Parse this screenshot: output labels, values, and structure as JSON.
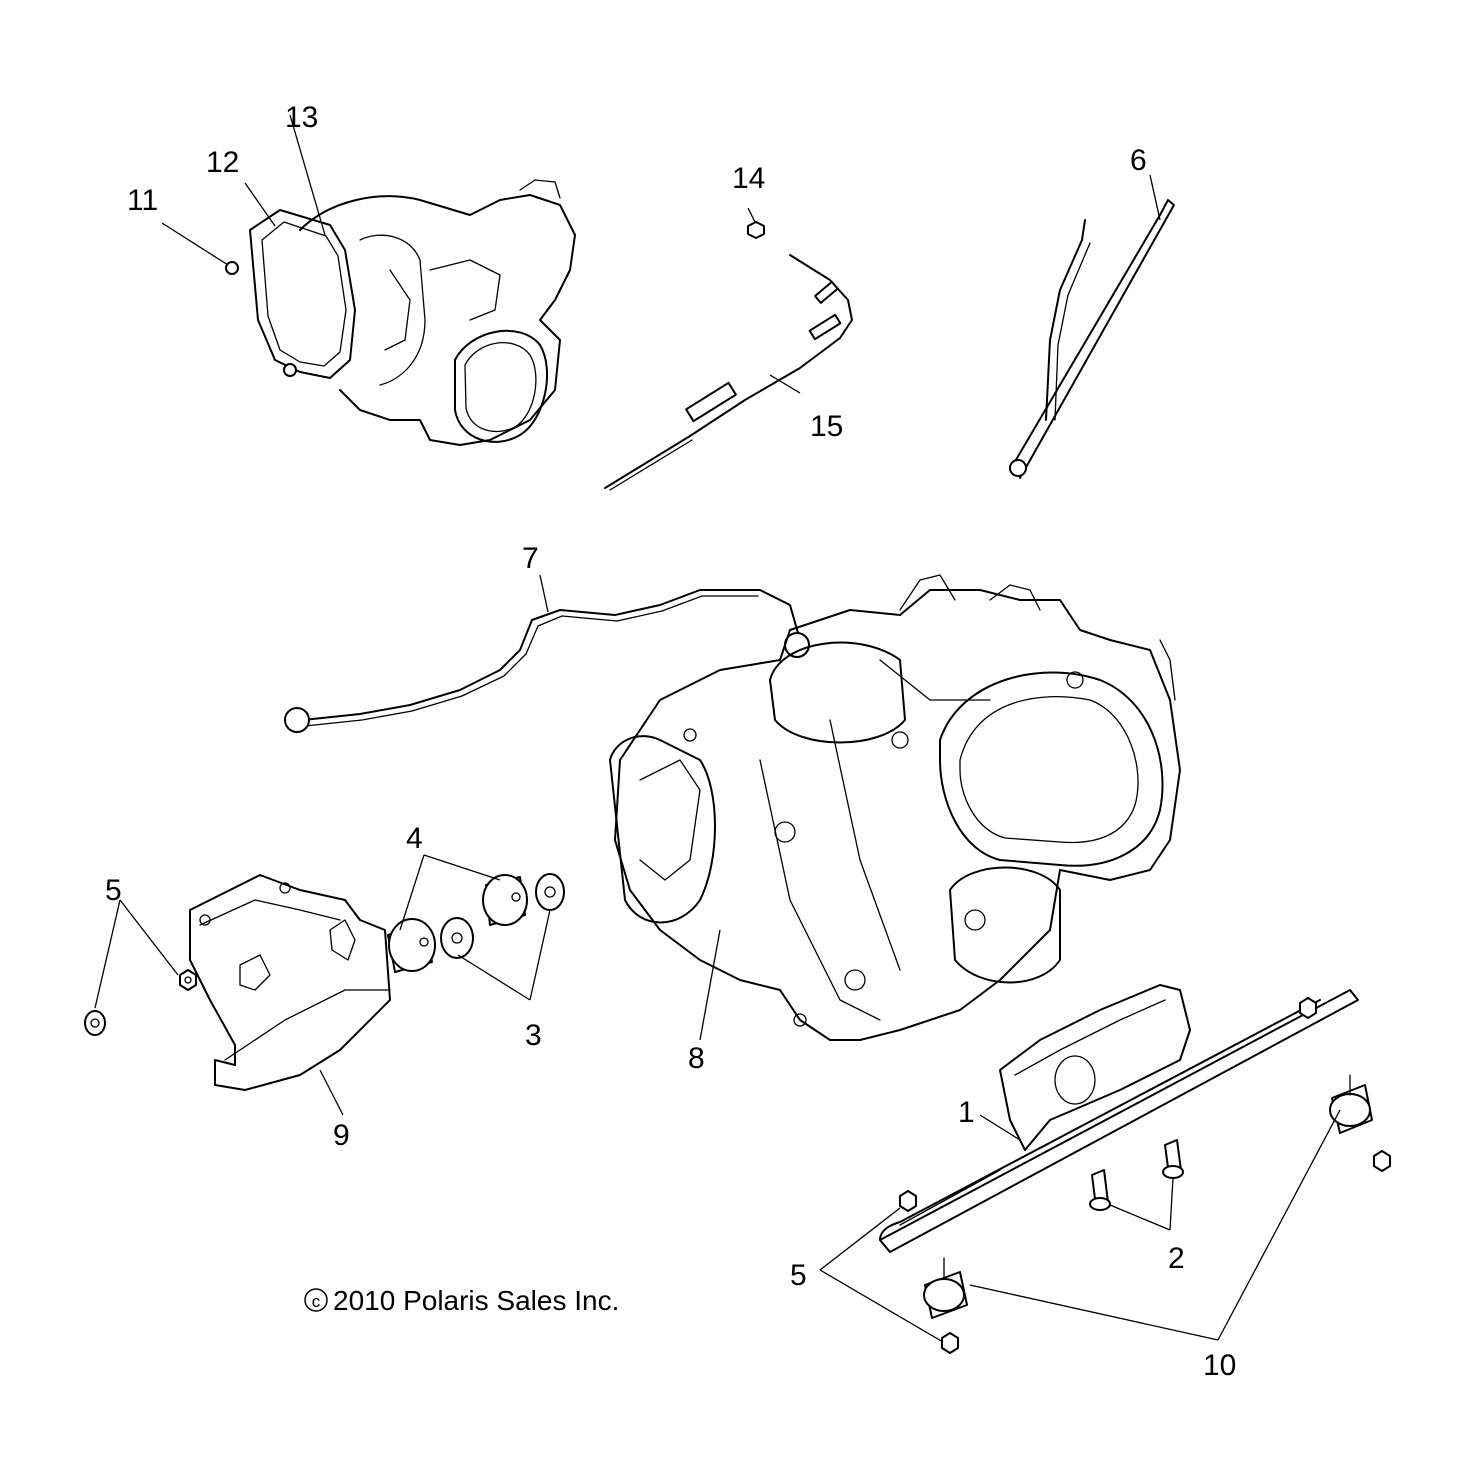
{
  "diagram": {
    "callouts": [
      {
        "id": "1",
        "label": "1"
      },
      {
        "id": "2",
        "label": "2"
      },
      {
        "id": "3",
        "label": "3"
      },
      {
        "id": "4",
        "label": "4"
      },
      {
        "id": "5a",
        "label": "5"
      },
      {
        "id": "5b",
        "label": "5"
      },
      {
        "id": "6",
        "label": "6"
      },
      {
        "id": "7",
        "label": "7"
      },
      {
        "id": "8",
        "label": "8"
      },
      {
        "id": "9",
        "label": "9"
      },
      {
        "id": "10",
        "label": "10"
      },
      {
        "id": "11",
        "label": "11"
      },
      {
        "id": "12",
        "label": "12"
      },
      {
        "id": "13",
        "label": "13"
      },
      {
        "id": "14",
        "label": "14"
      },
      {
        "id": "15",
        "label": "15"
      }
    ],
    "copyright": {
      "symbol": "c",
      "text": "2010 Polaris Sales Inc."
    }
  }
}
